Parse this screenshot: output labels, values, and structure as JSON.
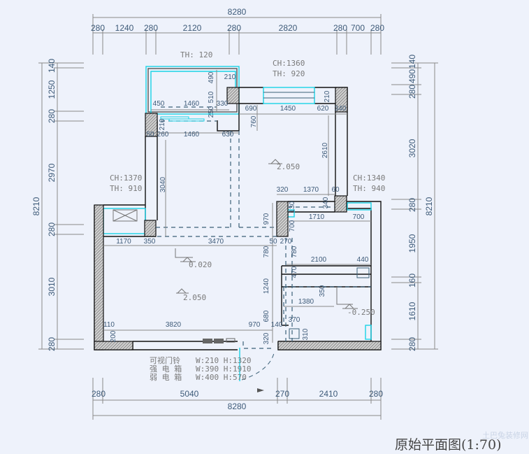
{
  "title": "原始平面图(1:70)",
  "watermark": "土巴兔装修网",
  "top_dims": {
    "total": "8280",
    "segments": [
      "280",
      "1240",
      "280",
      "2120",
      "280",
      "2820",
      "280",
      "700",
      "280"
    ]
  },
  "bottom_dims": {
    "total": "8280",
    "segments": [
      "280",
      "5040",
      "270",
      "2410",
      "280"
    ]
  },
  "left_dims": {
    "total": "8210",
    "segments": [
      "140",
      "1250",
      "280",
      "2970",
      "280",
      "3010",
      "280"
    ]
  },
  "right_dims": {
    "total": "8210",
    "segments": [
      "140",
      "490",
      "280",
      "3020",
      "280",
      "1950",
      "160",
      "1610",
      "280"
    ]
  },
  "window_notes": {
    "balcony_th": "TH: 120",
    "top_ch": "CH:1360",
    "top_th": "TH: 920",
    "left_ch": "CH:1370",
    "left_th": "TH: 910",
    "right_ch": "CH:1340",
    "right_th": "TH: 940"
  },
  "levels": [
    "2.050",
    "0.020",
    "2.050",
    "-0.250"
  ],
  "inner_dims": [
    "490",
    "210",
    "510",
    "250",
    "330",
    "450",
    "1460",
    "210",
    "50",
    "260",
    "1460",
    "630",
    "690",
    "1450",
    "620",
    "210",
    "340",
    "760",
    "2610",
    "3040",
    "320",
    "1370",
    "60",
    "340",
    "130",
    "1710",
    "700",
    "700",
    "970",
    "1170",
    "350",
    "3470",
    "50",
    "270",
    "780",
    "780",
    "2100",
    "440",
    "470",
    "1240",
    "350",
    "1380",
    "110",
    "3820",
    "970",
    "680",
    "140",
    "370",
    "200",
    "320",
    "310"
  ],
  "equipment": [
    {
      "name": "可视门铃",
      "size": "W:210 H:1320"
    },
    {
      "name": "强 电 箱",
      "size": "W:390 H:1910"
    },
    {
      "name": "弱 电 箱",
      "size": "W:400 H:570"
    }
  ],
  "colors": {
    "background": "#eef2fb",
    "dimension_text": "#3d5a78",
    "window": "#19d3e6",
    "wall": "#111111"
  }
}
